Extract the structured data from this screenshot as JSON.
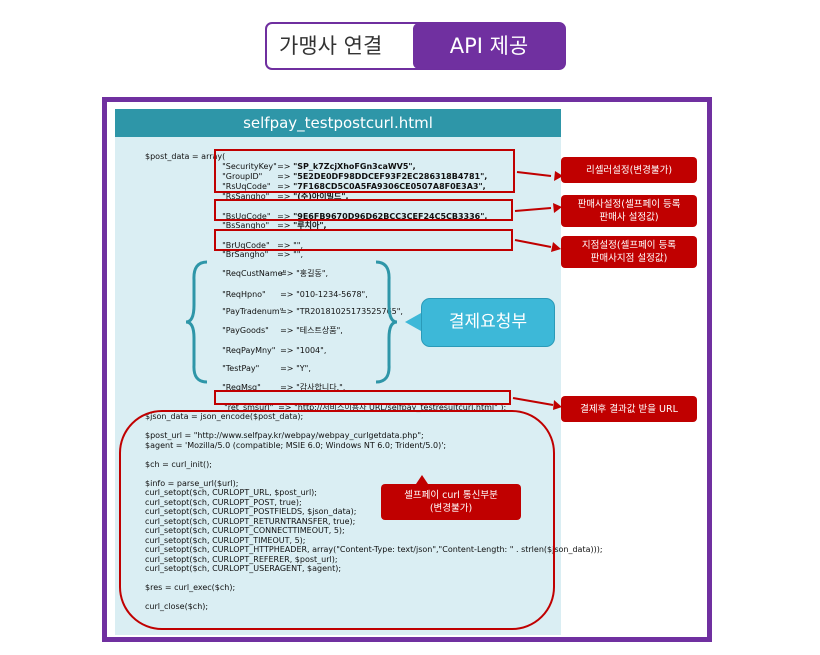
{
  "header": {
    "tab_left": "가맹사 연결",
    "tab_right": "API 제공"
  },
  "panel": {
    "title": "selfpay_testpostcurl.html"
  },
  "code": {
    "post_data_start": "$post_data = array(",
    "group1": [
      {
        "key": "\"SecurityKey\"",
        "arrow": "=>",
        "value": "\"SP_k7ZcjXhoFGn3caWV5\","
      },
      {
        "key": "\"GroupID\"",
        "arrow": "=>",
        "value": "\"5E2DE0DF98DDCEF93F2EC286318B4781\","
      },
      {
        "key": "\"RsUqCode\"",
        "arrow": "=>",
        "value": "\"7F168CD5C0A5FA9306CE0507A8F0E3A3\","
      },
      {
        "key": "\"RsSangho\"",
        "arrow": "=>",
        "value": "\"(주)아이빌드\","
      }
    ],
    "group2": [
      {
        "key": "\"BsUqCode\"",
        "arrow": "=>",
        "value": "\"9E6FB9670D96D62BCC3CEF24C5CB3336\","
      },
      {
        "key": "\"BsSangho\"",
        "arrow": "=>",
        "value": "\"루치아\","
      }
    ],
    "group3": [
      {
        "key": "\"BrUqCode\"",
        "arrow": "=>",
        "value": "\"\","
      },
      {
        "key": "\"BrSangho\"",
        "arrow": "=>",
        "value": "\"\","
      }
    ],
    "request": [
      {
        "key": "\"ReqCustName\"",
        "arrow": "=>",
        "value": "\"홍길동\","
      },
      {
        "key": "\"ReqHpno\"",
        "arrow": "=>",
        "value": "\"010-1234-5678\","
      },
      {
        "key": "\"PayTradenum\"",
        "arrow": "=>",
        "value": "\"TR20181025173525765\","
      },
      {
        "key": "\"PayGoods\"",
        "arrow": "=>",
        "value": "\"테스트상품\","
      },
      {
        "key": "\"ReqPayMny\"",
        "arrow": "=>",
        "value": "\"1004\","
      },
      {
        "key": "\"TestPay\"",
        "arrow": "=>",
        "value": "\"Y\","
      },
      {
        "key": "\"ReqMsg\"",
        "arrow": "=>",
        "value": "\"감사합니다.\","
      }
    ],
    "ret": {
      "key": "\"ret_smsurl\"",
      "arrow": "=>",
      "value": "\"http://서비스이용사 URL/selfpay_testresultcurl.html\" );"
    },
    "curl_lines": [
      "$json_data = json_encode($post_data);",
      "",
      "$post_url = \"http://www.selfpay.kr/webpay/webpay_curlgetdata.php\";",
      "$agent = 'Mozilla/5.0 (compatible; MSIE 6.0; Windows NT 6.0; Trident/5.0)';",
      "",
      "$ch = curl_init();",
      "",
      "$info = parse_url($url);",
      "curl_setopt($ch, CURLOPT_URL, $post_url);",
      "curl_setopt($ch, CURLOPT_POST, true);",
      "curl_setopt($ch, CURLOPT_POSTFIELDS, $json_data);",
      "curl_setopt($ch, CURLOPT_RETURNTRANSFER, true);",
      "curl_setopt($ch, CURLOPT_CONNECTTIMEOUT, 5);",
      "curl_setopt($ch, CURLOPT_TIMEOUT, 5);",
      "curl_setopt($ch, CURLOPT_HTTPHEADER, array(\"Content-Type: text/json\",\"Content-Length: \" . strlen($json_data)));",
      "curl_setopt($ch, CURLOPT_REFERER, $post_url);",
      "curl_setopt($ch, CURLOPT_USERAGENT, $agent);",
      "",
      "$res = curl_exec($ch);",
      "",
      "curl_close($ch);"
    ]
  },
  "labels": {
    "reseller": "리셀러설정(변경불가)",
    "seller_line1": "판매사설정(셀프페이 등록",
    "seller_line2": "판매사 설정값)",
    "branch_line1": "지점설정(셀프페이 등록",
    "branch_line2": "판매사지점 설정값)",
    "payment_request": "결제요청부",
    "return_url": "결제후 결과값 받을 URL",
    "curl_line1": "셀프페이 curl 통신부분",
    "curl_line2": "(변경불가)"
  },
  "colors": {
    "purple": "#7030a0",
    "red": "#c00000",
    "teal": "#2e96a8",
    "panel": "#daeef3",
    "bubble": "#3db8d8"
  }
}
